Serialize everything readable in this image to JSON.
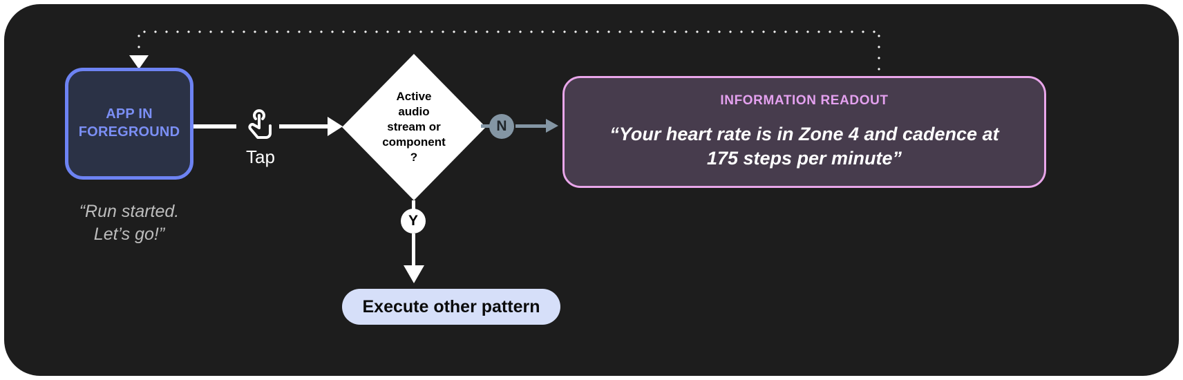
{
  "diagram": {
    "title": "Active audio stream decision flow",
    "background_color": "#1d1d1d"
  },
  "app_node": {
    "label_line1": "APP IN",
    "label_line2": "FOREGROUND",
    "text_color": "#7b8ff5",
    "border_color": "#6d83f3",
    "fill_color": "#2b3246"
  },
  "app_caption": {
    "line1": "“Run started.",
    "line2": "Let’s go!”",
    "color": "#bdbdbd"
  },
  "gesture": {
    "icon": "tap-hand-icon",
    "label": "Tap"
  },
  "decision": {
    "line1": "Active",
    "line2": "audio",
    "line3": "stream or",
    "line4": "component",
    "line5": "?",
    "fill_color": "#ffffff",
    "text_color": "#000000"
  },
  "branch_no": {
    "badge": "N",
    "badge_color": "#8496a4",
    "arrow_color": "#8496a4"
  },
  "branch_yes": {
    "badge": "Y",
    "badge_color": "#ffffff",
    "arrow_color": "#ffffff"
  },
  "readout": {
    "title": "INFORMATION READOUT",
    "body_line1": "“Your heart rate is in Zone 4 and cadence at",
    "body_line2": "175 steps per minute”",
    "title_color": "#e4a1ef",
    "border_color": "#e9a6ea",
    "fill_color": "#473c4d",
    "body_color": "#ffffff"
  },
  "execute_pill": {
    "label": "Execute other pattern",
    "fill_color": "#d6dff9",
    "text_color": "#0b0b0b"
  },
  "feedback_loop": {
    "style": "dotted",
    "color": "#f2f2f2"
  }
}
